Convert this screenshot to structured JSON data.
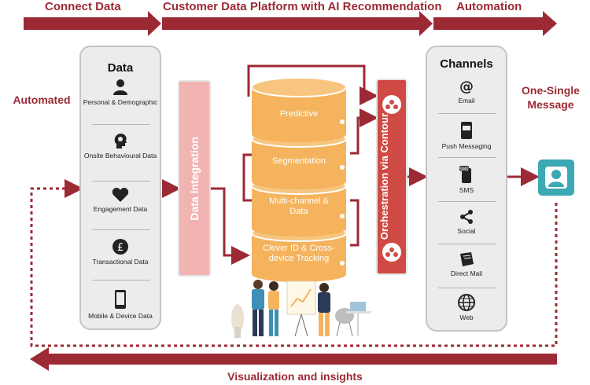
{
  "header": {
    "connect_data": "Connect Data",
    "cdp": "Customer Data Platform with AI Recommendation",
    "automation": "Automation"
  },
  "left_label": "Automated",
  "right_label": "One-Single Message",
  "data_panel": {
    "title": "Data",
    "items": [
      {
        "label": "Personal & Demographic",
        "icon": "person-icon"
      },
      {
        "label": "Onsite Behavioural Data",
        "icon": "head-brain-icon"
      },
      {
        "label": "Engagement Data",
        "icon": "heart-icon"
      },
      {
        "label": "Transactional Data",
        "icon": "pound-coin-icon"
      },
      {
        "label": "Mobile & Device Data",
        "icon": "mobile-phone-icon"
      }
    ]
  },
  "data_integration": "Data Integration",
  "cylinder": {
    "segments": [
      "Predictive",
      "Segmentation",
      "Multi-channel & Data",
      "Clever ID & Cross-device Tracking"
    ]
  },
  "orchestration": "Orchestration via Contour",
  "channels_panel": {
    "title": "Channels",
    "items": [
      {
        "label": "Email",
        "icon": "at-sign-icon"
      },
      {
        "label": "Push Messaging",
        "icon": "phone-notification-icon"
      },
      {
        "label": "SMS",
        "icon": "sms-phone-icon"
      },
      {
        "label": "Social",
        "icon": "share-icon"
      },
      {
        "label": "Direct Mail",
        "icon": "mail-book-icon"
      },
      {
        "label": "Web",
        "icon": "globe-icon"
      }
    ]
  },
  "footer": "Visualization and insights",
  "colors": {
    "maroon": "#9c2a35",
    "orange": "#f4b35c",
    "pink": "#f2b3b3",
    "red_bar": "#cf4a45",
    "teal": "#3aa9b3",
    "panel": "#ececec"
  }
}
